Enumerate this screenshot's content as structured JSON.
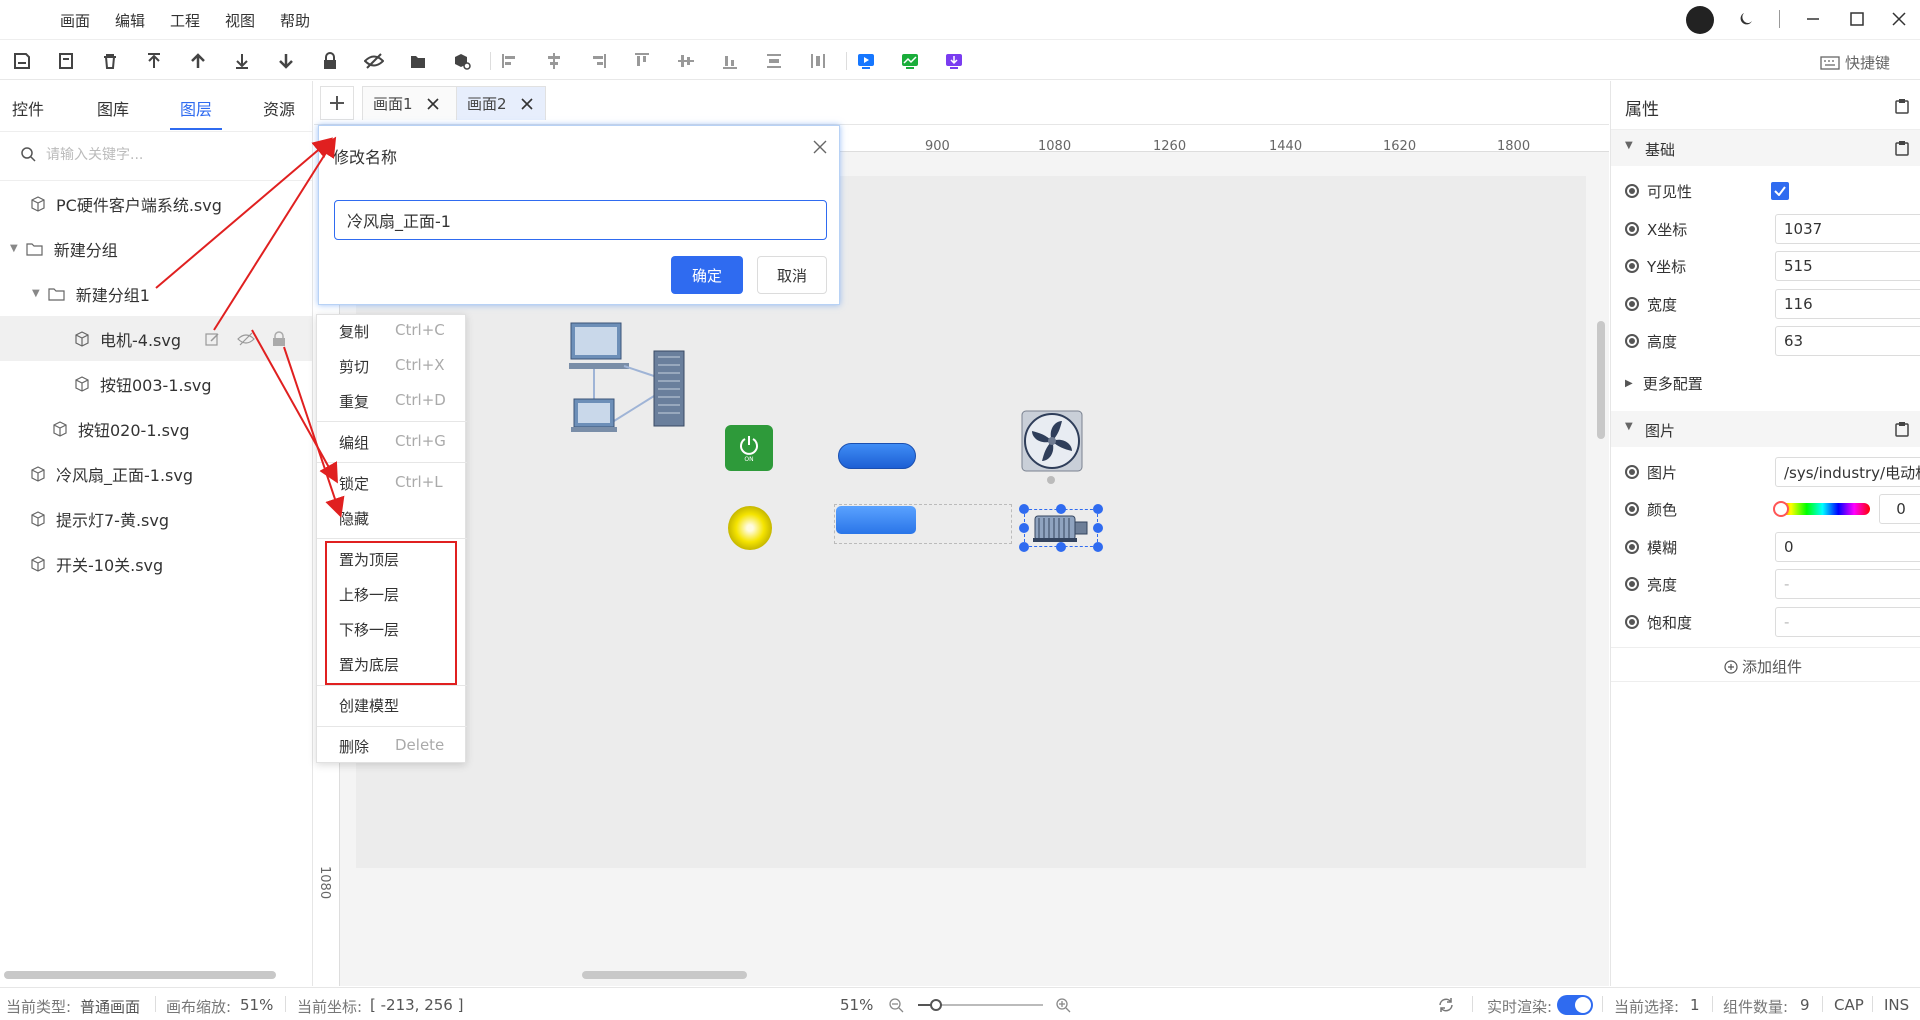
{
  "menubar": {
    "items": [
      "画面",
      "编辑",
      "工程",
      "视图",
      "帮助"
    ]
  },
  "toolbar": {
    "shortcut_label": "快捷键"
  },
  "left_panel": {
    "tabs": [
      "控件",
      "图库",
      "图层",
      "资源"
    ],
    "active_tab": "图层",
    "search_placeholder": "请输入关键字...",
    "tree": [
      {
        "label": "PC硬件客户端系统.svg"
      },
      {
        "label": "新建分组"
      },
      {
        "label": "新建分组1"
      },
      {
        "label": "电机-4.svg"
      },
      {
        "label": "按钮003-1.svg"
      },
      {
        "label": "按钮020-1.svg"
      },
      {
        "label": "冷风扇_正面-1.svg"
      },
      {
        "label": "提示灯7-黄.svg"
      },
      {
        "label": "开关-10关.svg"
      }
    ]
  },
  "tabs": [
    {
      "label": "画面1"
    },
    {
      "label": "画面2"
    }
  ],
  "ruler": {
    "top_ticks": [
      "900",
      "1080",
      "1260",
      "1440",
      "1620",
      "1800"
    ],
    "left_tick": "1080"
  },
  "dialog": {
    "title": "修改名称",
    "input_value": "冷风扇_正面-1",
    "ok_label": "确定",
    "cancel_label": "取消"
  },
  "context_menu": {
    "items": [
      {
        "label": "复制",
        "shortcut": "Ctrl+C"
      },
      {
        "label": "剪切",
        "shortcut": "Ctrl+X"
      },
      {
        "label": "重复",
        "shortcut": "Ctrl+D"
      },
      {
        "label": "编组",
        "shortcut": "Ctrl+G"
      },
      {
        "label": "锁定",
        "shortcut": "Ctrl+L"
      },
      {
        "label": "隐藏",
        "shortcut": ""
      },
      {
        "label": "置为顶层",
        "shortcut": ""
      },
      {
        "label": "上移一层",
        "shortcut": ""
      },
      {
        "label": "下移一层",
        "shortcut": ""
      },
      {
        "label": "置为底层",
        "shortcut": ""
      },
      {
        "label": "创建模型",
        "shortcut": ""
      },
      {
        "label": "删除",
        "shortcut": "Delete"
      }
    ]
  },
  "canvas": {
    "power_button_label": "ON"
  },
  "right_panel": {
    "title": "属性",
    "basic_section": "基础",
    "visible_label": "可见性",
    "visible_checked": true,
    "x_label": "X坐标",
    "x_value": "1037",
    "y_label": "Y坐标",
    "y_value": "515",
    "width_label": "宽度",
    "width_value": "116",
    "height_label": "高度",
    "height_value": "63",
    "more_label": "更多配置",
    "image_section": "图片",
    "image_label": "图片",
    "image_value": "/sys/industry/电动机",
    "color_label": "颜色",
    "color_value": "0",
    "blur_label": "模糊",
    "blur_value": "0",
    "brightness_label": "亮度",
    "brightness_value": "-",
    "saturation_label": "饱和度",
    "saturation_value": "-",
    "add_component_label": "添加组件"
  },
  "statusbar": {
    "type_label": "当前类型:",
    "type_value": "普通画面",
    "zoom_label": "画布缩放:",
    "zoom_value": "51%",
    "coord_label": "当前坐标:",
    "coord_value": "[ -213, 256 ]",
    "zoom_display": "51%",
    "render_label": "实时渲染:",
    "render_on": true,
    "selection_label": "当前选择:",
    "selection_value": "1",
    "count_label": "组件数量:",
    "count_value": "9",
    "cap": "CAP",
    "ins": "INS"
  },
  "colors": {
    "accent": "#2f6bf0",
    "annotation_red": "#e02020"
  }
}
